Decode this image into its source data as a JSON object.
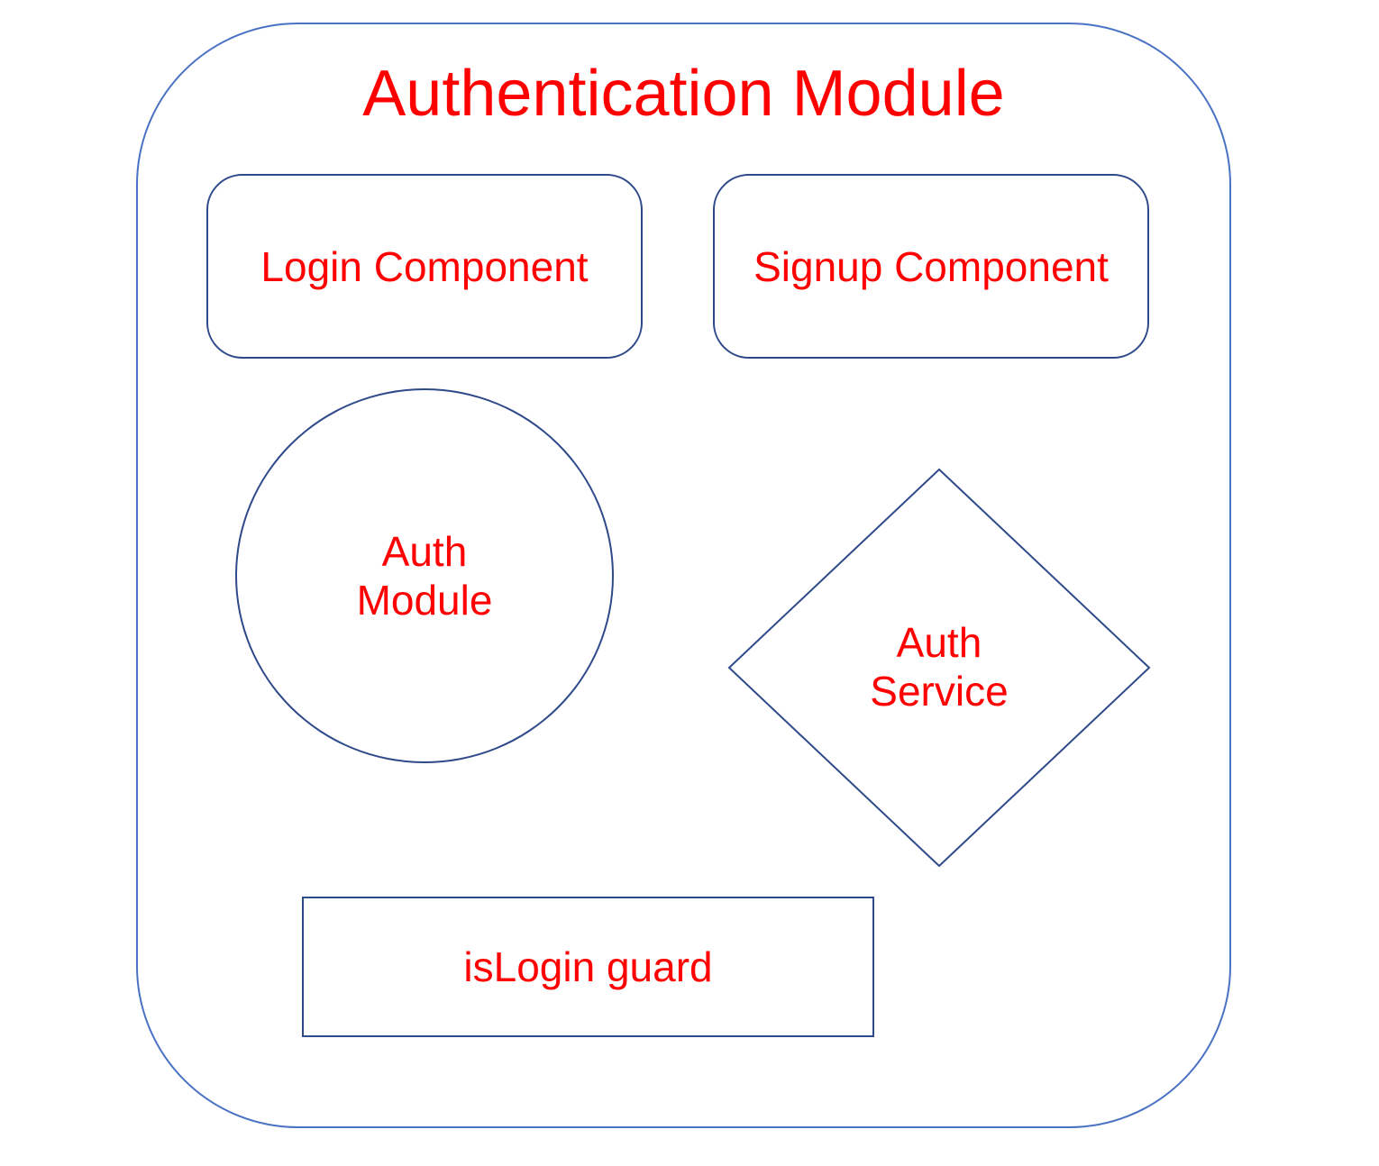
{
  "title": "Authentication Module",
  "nodes": {
    "login_component": "Login Component",
    "signup_component": "Signup Component",
    "auth_module": {
      "line1": "Auth",
      "line2": "Module"
    },
    "auth_service": {
      "line1": "Auth",
      "line2": "Service"
    },
    "islogin_guard": "isLogin guard"
  },
  "colors": {
    "outer_border": "#4a72c4",
    "shape_border": "#2f4a8a",
    "text": "#ff0000"
  }
}
